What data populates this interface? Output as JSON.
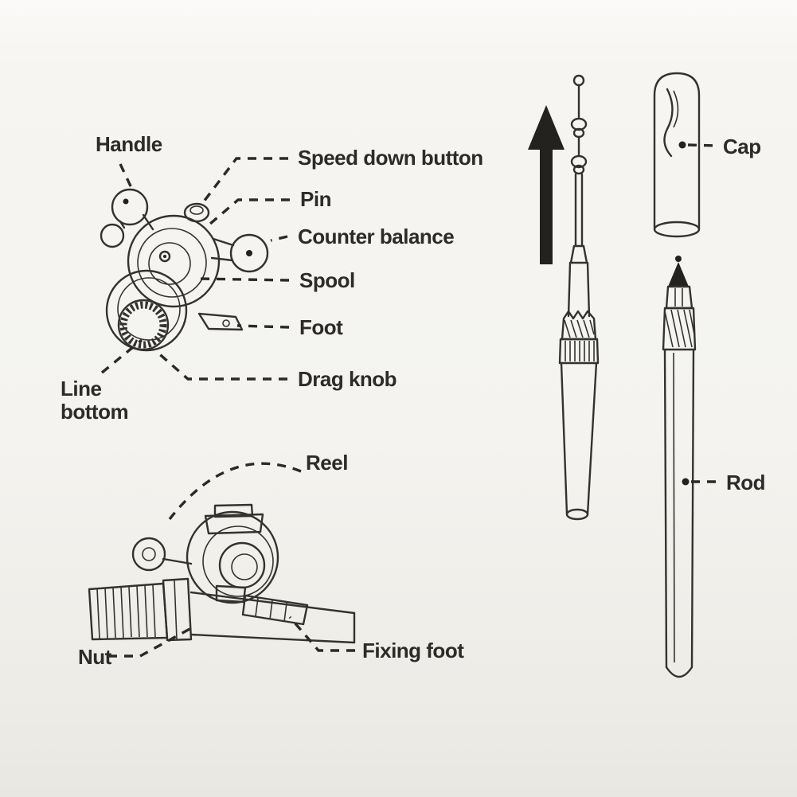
{
  "labels": {
    "handle": "Handle",
    "speed_down_button": "Speed down button",
    "pin": "Pin",
    "counter_balance": "Counter balance",
    "spool": "Spool",
    "foot": "Foot",
    "drag_knob": "Drag knob",
    "line_bottom": "Line\nbottom",
    "reel": "Reel",
    "nut": "Nut",
    "fixing_foot": "Fixing foot",
    "cap": "Cap",
    "rod": "Rod"
  },
  "icons": {
    "up_arrow": "assembly direction arrow"
  },
  "colors": {
    "paper": "#f4f3ef",
    "ink": "#2c2b29"
  }
}
